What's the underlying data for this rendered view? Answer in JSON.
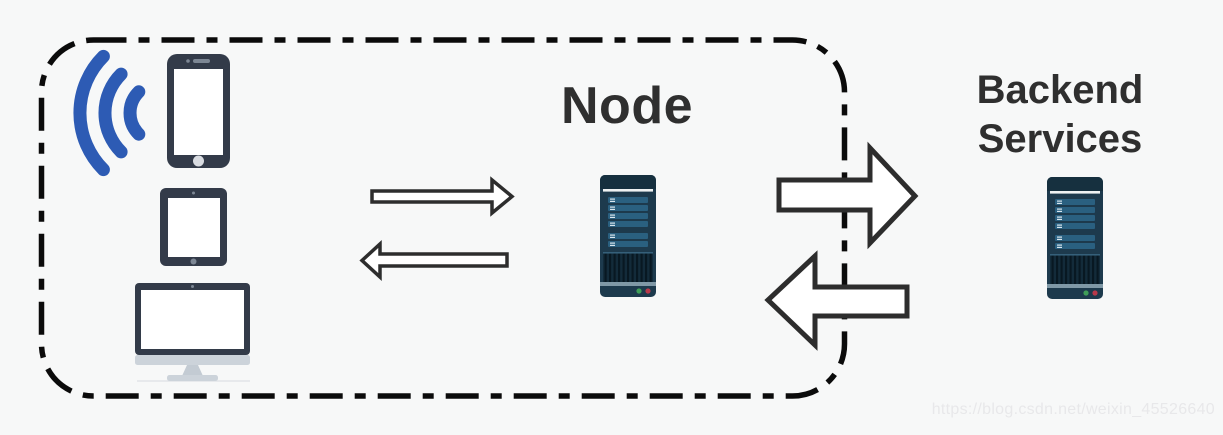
{
  "labels": {
    "node": "Node",
    "backend_services": "Backend Services"
  },
  "watermark": {
    "text": "https://blog.csdn.net/weixin_45526640"
  },
  "icons": {
    "wifi": "wifi-signal-icon",
    "smartphone": "smartphone-icon",
    "tablet": "tablet-icon",
    "monitor": "desktop-monitor-icon",
    "node_server": "server-tower-icon",
    "backend_server": "server-tower-icon",
    "client_to_node": [
      "arrow-right-icon",
      "arrow-left-icon"
    ],
    "node_to_backend": [
      "arrow-right-icon",
      "arrow-left-icon"
    ]
  },
  "colors": {
    "background": "#f7f8f8",
    "dashed_border": "#0b0b0b",
    "wifi_blue": "#2d5bb4",
    "device_frame": "#333b49",
    "device_screen": "#ffffff",
    "device_trim": "#ccd3da",
    "server_body": "#1d3a4d",
    "server_cap": "#16303f",
    "server_bars": "#2a6080",
    "server_separator": "#7f98a6",
    "led_green": "#3f9e58",
    "led_red": "#b8394a",
    "arrow_fill": "#ffffff",
    "arrow_outline": "#2d2d2d",
    "label_text": "#2f2f2f",
    "watermark_text": "#e8e8ea"
  }
}
